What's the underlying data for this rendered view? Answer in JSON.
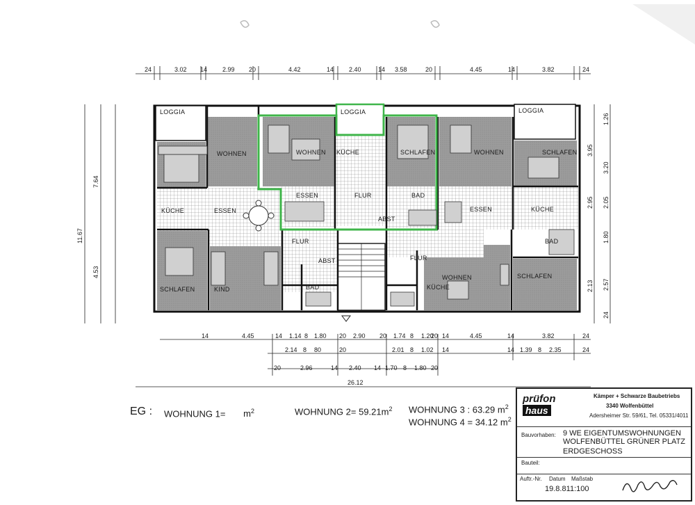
{
  "floor_label": "EG :",
  "areas": {
    "wohnung1": "WOHNUNG 1=",
    "wohnung1_unit": "m",
    "wohnung2": "WOHNUNG 2= 59.21m",
    "wohnung3": "WOHNUNG 3 : 63.29 m",
    "wohnung4": "WOHNUNG 4 = 34.12 m",
    "sq": "2"
  },
  "rooms": {
    "loggia_left": "LOGGIA",
    "loggia_mid": "LOGGIA",
    "loggia_right": "LOGGIA",
    "wohnen_1": "WOHNEN",
    "wohnen_2": "WOHNEN",
    "wohnen_3": "WOHNEN",
    "wohnen_4": "WOHNEN",
    "schlafen_1": "SCHLAFEN",
    "schlafen_2": "SCHLAFEN",
    "schlafen_3": "SCHLAFEN",
    "schlafen_4": "SCHLAFEN",
    "kueche_1": "KÜCHE",
    "kueche_2": "KÜCHE",
    "kueche_3": "KÜCHE",
    "kueche_4": "KÜCHE",
    "essen_1": "ESSEN",
    "essen_2": "ESSEN",
    "essen_3": "ESSEN",
    "flur_1": "FLUR",
    "flur_2": "FLUR",
    "flur_3": "FLUR",
    "kind": "KIND",
    "bad_1": "BAD",
    "bad_2": "BAD",
    "bad_3": "BAD",
    "abst_1": "ABST",
    "abst_2": "ABST"
  },
  "dims_top": [
    "24",
    "3.02",
    "14",
    "2.99",
    "20",
    "4.42",
    "14",
    "2.40",
    "14",
    "3.58",
    "20",
    "4.45",
    "14",
    "3.82",
    "24"
  ],
  "dims_bottom_1": [
    "14",
    "4.45",
    "14",
    "1.14",
    "8",
    "1.80",
    "20",
    "2.90",
    "20",
    "1.74",
    "8",
    "1.20",
    "20",
    "14",
    "4.45",
    "14",
    "3.82",
    "24"
  ],
  "dims_bottom_2": [
    "2.14",
    "8",
    "80",
    "20",
    "2.01",
    "8",
    "1.02",
    "14",
    "14",
    "1.39",
    "8",
    "2.35",
    "24"
  ],
  "dims_bottom_3": [
    "20",
    "2.96",
    "14",
    "2.40",
    "14",
    "1.70",
    "8",
    "1.80",
    "20"
  ],
  "dims_total": "26.12",
  "dims_left": [
    "11.67",
    "7.64",
    "4.53"
  ],
  "dims_right": [
    "1.26",
    "3.95",
    "3.20",
    "2.95",
    "2.05",
    "1.80",
    "2.57",
    "2.13",
    "24"
  ],
  "title_block": {
    "brand_line1": "prüfon",
    "brand_line2": "haus",
    "firm": "Kämper + Schwarze",
    "firm_sub": "Baubetriebs",
    "city": "3340 Wolfenbüttel",
    "address": "Adersheimer Str. 59/61, Tel. 05331/4011",
    "label_bauvorhaben": "Bauvorhaben:",
    "bauvorhaben_1": "9  WE  EIGENTUMSWOHNUNGEN",
    "bauvorhaben_2": "WOLFENBÜTTEL  GRÜNER  PLATZ",
    "label_bauteil": "Bauteil:",
    "bauteil": "ERDGESCHOSS",
    "label_auftr": "Auftr.-Nr.",
    "label_datum": "Datum",
    "label_massstab": "Maßstab",
    "datum": "19.8.81",
    "massstab": "1:100"
  },
  "colors": {
    "ink": "#1a1a1a",
    "hatch": "#8a8a8a",
    "furniture": "#b8b8b8",
    "highlight": "#3fb54a"
  }
}
